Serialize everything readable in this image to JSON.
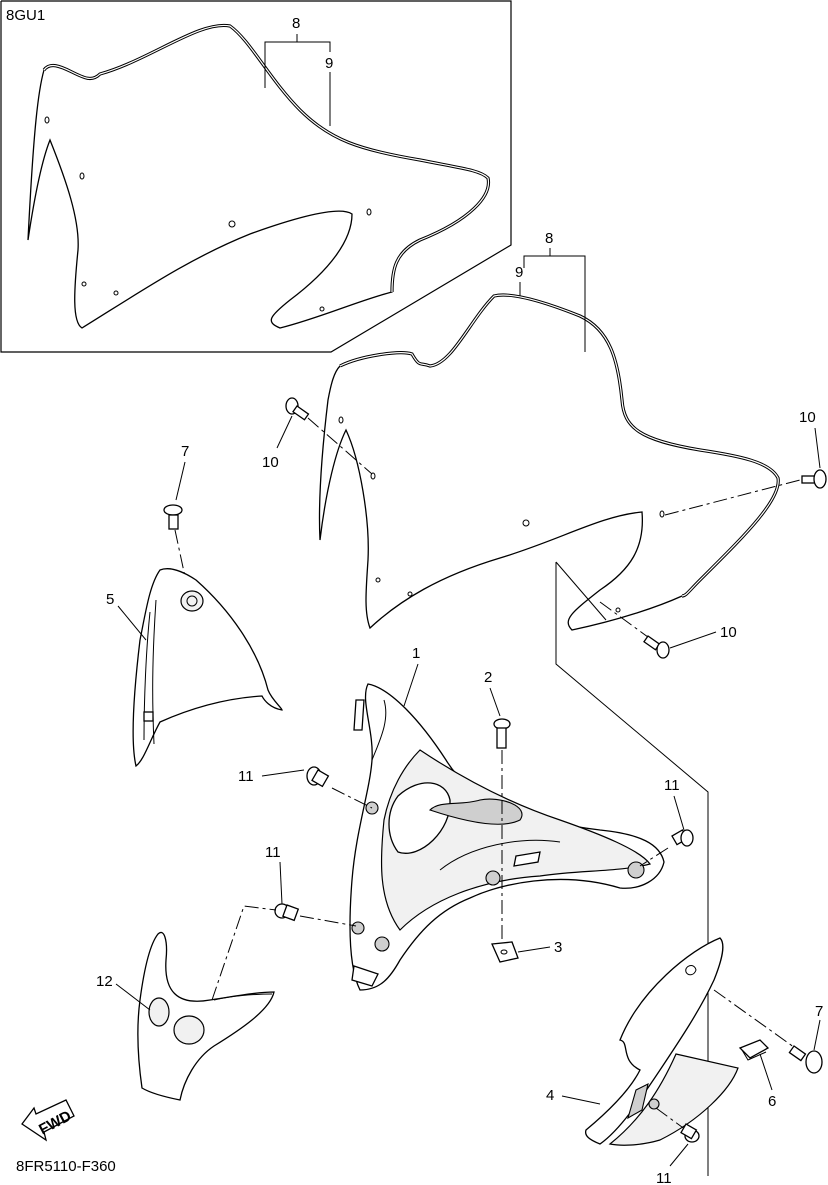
{
  "diagram": {
    "variant_label": "8GU1",
    "drawing_code": "8FR5110-F360",
    "fwd_label": "FWD",
    "callouts": {
      "inset_8": "8",
      "inset_9": "9",
      "main_8": "8",
      "main_9": "9",
      "p1": "1",
      "p2": "2",
      "p3": "3",
      "p4": "4",
      "p5": "5",
      "p6": "6",
      "p7_left": "7",
      "p7_right": "7",
      "p10_left": "10",
      "p10_right": "10",
      "p10_lower": "10",
      "p11_left": "11",
      "p11_mid": "11",
      "p11_right": "11",
      "p11_bottom": "11",
      "p12": "12"
    }
  }
}
